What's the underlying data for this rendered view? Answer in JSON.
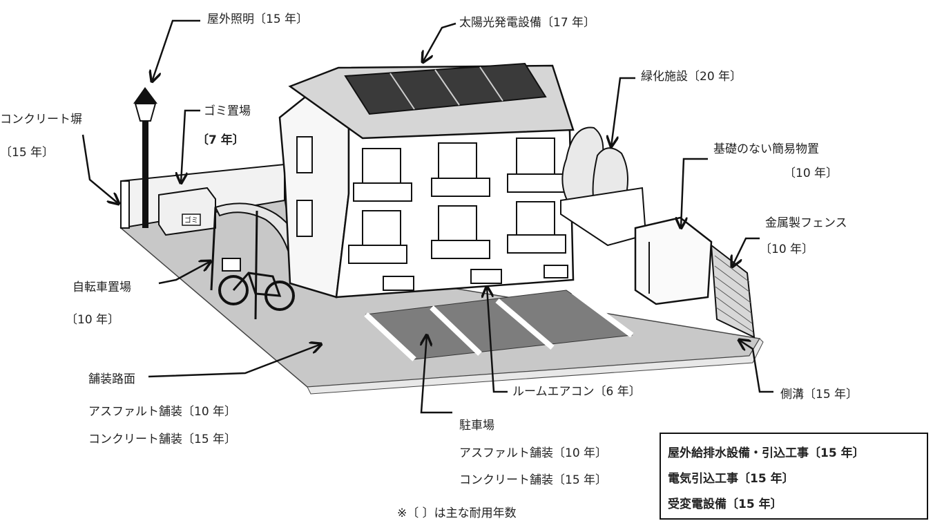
{
  "labels": {
    "outdoor_lighting": "屋外照明〔15 年〕",
    "solar": "太陽光発電設備〔17 年〕",
    "greening": "緑化施設〔20 年〕",
    "concrete_wall": "コンクリート塀",
    "concrete_wall_years": "〔15 年〕",
    "garbage": "ゴミ置場",
    "garbage_years": "〔7 年〕",
    "storage": "基礎のない簡易物置",
    "storage_years": "〔10 年〕",
    "metal_fence": "金属製フェンス",
    "metal_fence_years": "〔10 年〕",
    "bicycle": "自転車置場",
    "bicycle_years": "〔10 年〕",
    "paving": "舗装路面",
    "paving_asphalt": "アスファルト舗装〔10 年〕",
    "paving_concrete": "コンクリート舗装〔15 年〕",
    "aircon": "ルームエアコン〔6 年〕",
    "gutter": "側溝〔15 年〕",
    "parking": "駐車場",
    "parking_asphalt": "アスファルト舗装〔10 年〕",
    "parking_concrete": "コンクリート舗装〔15 年〕",
    "garbage_sign": "ゴミ"
  },
  "summary_box": [
    "屋外給排水設備・引込工事〔15 年〕",
    "電気引込工事〔15 年〕",
    "受変電設備〔15 年〕"
  ],
  "footnote": "※〔 〕は主な耐用年数",
  "colors": {
    "ground": "#c8c8c8",
    "parking": "#7d7d7d",
    "solar": "#3a3a3a",
    "roof": "#d6d6d6",
    "outline": "#111111"
  }
}
